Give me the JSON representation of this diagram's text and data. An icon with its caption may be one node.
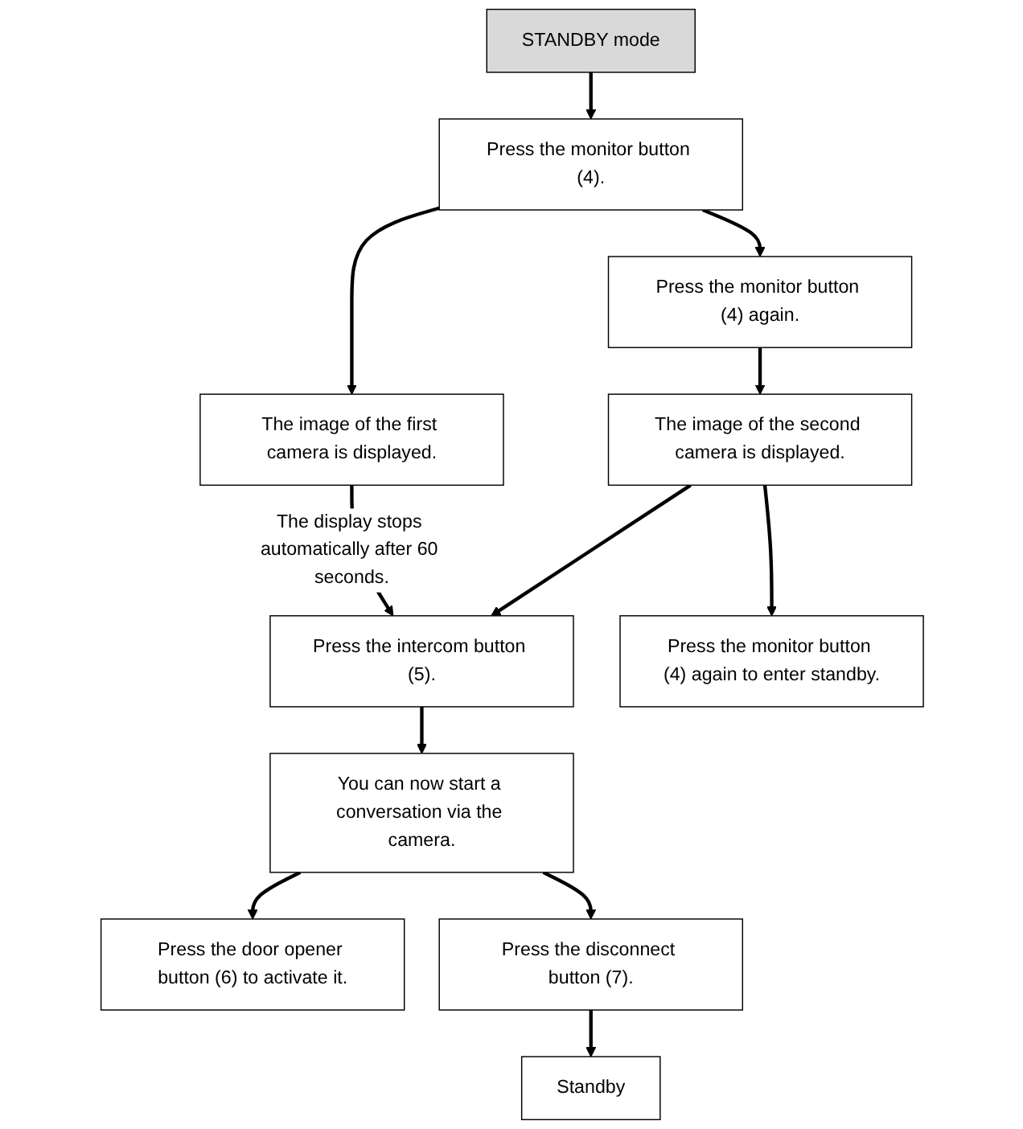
{
  "diagram": {
    "nodes": [
      {
        "text": [
          "STANDBY mode"
        ]
      },
      {
        "text": [
          "Press the monitor button (4)."
        ]
      },
      {
        "text": [
          "Press the monitor button (4) again."
        ]
      },
      {
        "text": [
          "The image of the first camera is displayed."
        ]
      },
      {
        "text": [
          "The image of the second camera is displayed."
        ]
      },
      {
        "text": [
          "Press the intercom button (5)."
        ]
      },
      {
        "text": [
          "Press the monitor button (4) again to enter standby."
        ]
      },
      {
        "text": [
          "You can now start a conversation via the camera."
        ]
      },
      {
        "text": [
          "Press the door opener button (6) to activate it."
        ]
      },
      {
        "text": [
          "Press the disconnect button (7)."
        ]
      },
      {
        "text": [
          "Standby"
        ]
      }
    ],
    "edges": [
      {
        "from": 0,
        "to": 1,
        "arrow": "to"
      },
      {
        "from": 1,
        "to": 2,
        "arrow": "to"
      },
      {
        "from": 1,
        "to": 3,
        "arrow": "to"
      },
      {
        "from": 2,
        "to": 4,
        "arrow": "to"
      },
      {
        "from": 3,
        "to": 5,
        "arrow": "to",
        "label": "The display stops automatically after 60 seconds."
      },
      {
        "from": 4,
        "to": 6,
        "arrow": "to"
      },
      {
        "from": 4,
        "to": 5,
        "arrow": "to"
      },
      {
        "from": 5,
        "to": 7,
        "arrow": "to"
      },
      {
        "from": 7,
        "to": 8,
        "arrow": "to"
      },
      {
        "from": 7,
        "to": 9,
        "arrow": "to"
      },
      {
        "from": 9,
        "to": 10,
        "arrow": "to"
      }
    ]
  }
}
